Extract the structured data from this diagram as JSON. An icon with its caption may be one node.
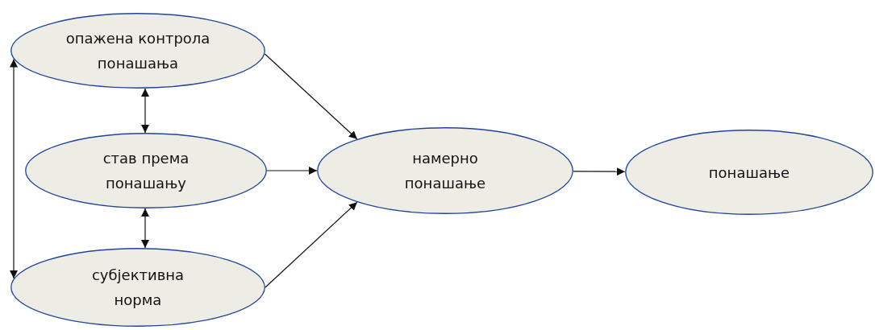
{
  "diagram": {
    "nodes": [
      {
        "text": [
          "опажена контрола понашања"
        ]
      },
      {
        "text": [
          "став према понашању"
        ]
      },
      {
        "text": [
          "субјективна норма"
        ]
      },
      {
        "text": [
          "намерно понашање"
        ]
      },
      {
        "text": [
          "понашање"
        ]
      }
    ],
    "edges": [
      {
        "from": 0,
        "to": 3,
        "arrow": "to"
      },
      {
        "from": 1,
        "to": 3,
        "arrow": "to"
      },
      {
        "from": 2,
        "to": 3,
        "arrow": "to"
      },
      {
        "from": 3,
        "to": 4,
        "arrow": "to"
      },
      {
        "from": 0,
        "to": 1,
        "arrow": "both"
      },
      {
        "from": 1,
        "to": 2,
        "arrow": "both"
      },
      {
        "from": 0,
        "to": 2,
        "arrow": "both"
      }
    ]
  }
}
